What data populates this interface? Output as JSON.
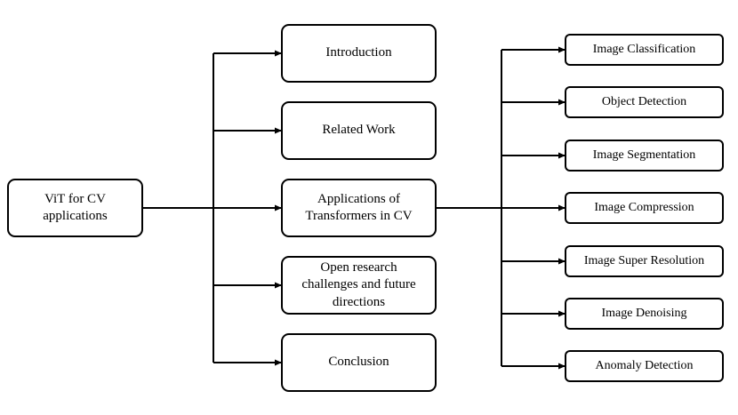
{
  "root": "ViT for CV\napplications",
  "sections": {
    "introduction": "Introduction",
    "related_work": "Related Work",
    "applications": "Applications of\nTransformers in CV",
    "open_research": "Open research\nchallenges and future\ndirections",
    "conclusion": "Conclusion"
  },
  "applications": {
    "classification": "Image Classification",
    "detection": "Object Detection",
    "segmentation": "Image Segmentation",
    "compression": "Image Compression",
    "super_resolution": "Image Super Resolution",
    "denoising": "Image Denoising",
    "anomaly": "Anomaly Detection"
  },
  "colors": {
    "stroke": "#000000",
    "fill": "#ffffff"
  }
}
